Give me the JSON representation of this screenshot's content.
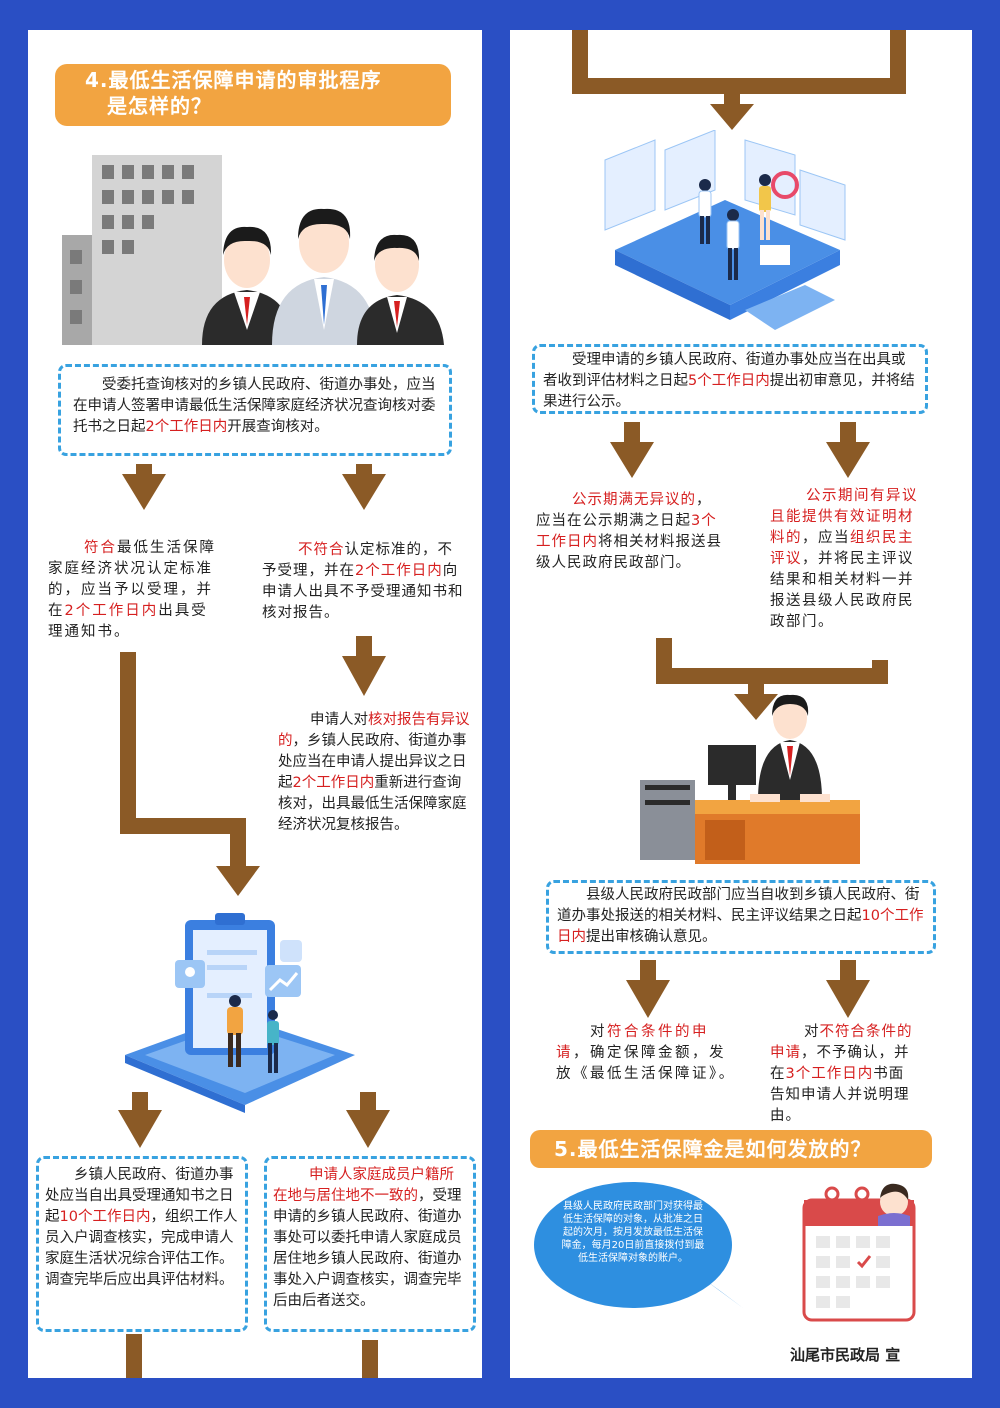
{
  "left": {
    "title_line1": "4.最低生活保障申请的审批程序",
    "title_line2": "是怎样的？",
    "box1": {
      "p1": "　　受委托查询核对的乡镇人民政府、街道办事处，应当在申请人签署申请最低生活保障家庭经济状况查询核对委托书之日起",
      "hl": "2个工作日内",
      "p2": "开展查询核对。"
    },
    "conform": {
      "hl": "符合",
      "p1": "最低生活保障家庭经济状况认定标准的，应当予以受理，并在",
      "hl2": "2个工作日内",
      "p2": "出具受理通知书。"
    },
    "nonconform": {
      "hl": "不符合",
      "p1": "认定标准的，不予受理，并在",
      "hl2": "2个工作日内",
      "p2": "向申请人出具不予受理通知书和核对报告。"
    },
    "objection": {
      "p0": "申请人对",
      "hl": "核对报告有异议的",
      "p1": "，乡镇人民政府、街道办事处应当在申请人提出异议之日起",
      "hl2": "2个工作日内",
      "p2": "重新进行查询核对，出具最低生活保障家庭经济状况复核报告。"
    },
    "box2": {
      "p1": "　　乡镇人民政府、街道办事处应当自出具受理通知书之日起",
      "hl": "10个工作日内",
      "p2": "，组织工作人员入户调查核实，完成申请人家庭生活状况综合评估工作。调查完毕后应出具评估材料。"
    },
    "box3": {
      "hl": "申请人家庭成员户籍所在地与居住地不一致的",
      "p2": "，受理申请的乡镇人民政府、街道办事处可以委托申请人家庭成员居住地乡镇人民政府、街道办事处入户调查核实，调查完毕后由后者送交。"
    }
  },
  "right": {
    "box1": {
      "p1": "　　受理申请的乡镇人民政府、街道办事处应当在出具或者收到评估材料之日起",
      "hl": "5个工作日内",
      "p2": "提出初审意见，并将结果进行公示。"
    },
    "noobj": {
      "hl": "公示期满无异议的",
      "p1": "，应当在公示期满之日起",
      "hl2": "3个工作日内",
      "p2": "将相关材料报送县级人民政府民政部门。"
    },
    "hasobj": {
      "hl": "公示期间有异议且能提供有效证明材料的",
      "p1": "，应当",
      "hl2": "组织民主评议",
      "p2": "，并将民主评议结果和相关材料一并报送县级人民政府民政部门。"
    },
    "box2": {
      "p1": "　　县级人民政府民政部门应当自收到乡镇人民政府、街道办事处报送的相关材料、民主评议结果之日起",
      "hl": "10个工作日内",
      "p2": "提出审核确认意见。"
    },
    "approve": {
      "p0": "对",
      "hl": "符合条件的申请",
      "p2": "，确定保障金额，发放《最低生活保障证》。"
    },
    "reject": {
      "p0": "对",
      "hl": "不符合条件的申请",
      "p1": "，不予确认，并在",
      "hl2": "3个工作日内",
      "p2": "书面告知申请人并说明理由。"
    },
    "title5": "5.最低生活保障金是如何发放的？",
    "bubble": "县级人民政府民政部门对获得最低生活保障的对象，从批准之日起的次月，按月发放最低生活保障金，每月20日前直接拨付到最低生活保障对象的账户。",
    "footer": "汕尾市民政局 宣"
  },
  "colors": {
    "background": "#2a4fc4",
    "accent_orange": "#f2a441",
    "pipe_brown": "#8b5a26",
    "dash_blue": "#38a2e0",
    "highlight_red": "#d62020"
  }
}
